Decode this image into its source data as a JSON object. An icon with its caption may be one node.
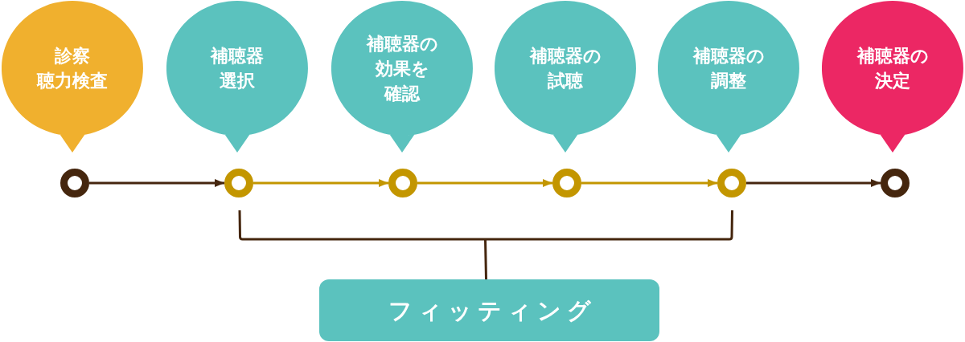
{
  "diagram": {
    "nodes": [
      {
        "text": [
          "診察聴力検査"
        ]
      },
      {
        "text": [
          "補聴器選択"
        ]
      },
      {
        "text": [
          "補聴器の効果を確認"
        ]
      },
      {
        "text": [
          "補聴器の試聴"
        ]
      },
      {
        "text": [
          "補聴器の調整"
        ]
      },
      {
        "text": [
          "補聴器の決定"
        ]
      },
      {
        "text": [],
        "shape": "circle"
      },
      {
        "text": [],
        "shape": "circle"
      },
      {
        "text": [],
        "shape": "circle"
      },
      {
        "text": [],
        "shape": "circle"
      },
      {
        "text": [],
        "shape": "circle"
      },
      {
        "text": [],
        "shape": "circle"
      },
      {
        "text": [
          "フィッティング"
        ]
      }
    ],
    "edges": [
      {
        "from": 6,
        "to": 7,
        "arrow": "to",
        "color": "#45260e"
      },
      {
        "from": 7,
        "to": 8,
        "arrow": "to"
      },
      {
        "from": 8,
        "to": 9,
        "arrow": "to"
      },
      {
        "from": 9,
        "to": 10,
        "arrow": "to"
      },
      {
        "from": 10,
        "to": 11,
        "arrow": "to",
        "color": "#45260e"
      }
    ]
  }
}
